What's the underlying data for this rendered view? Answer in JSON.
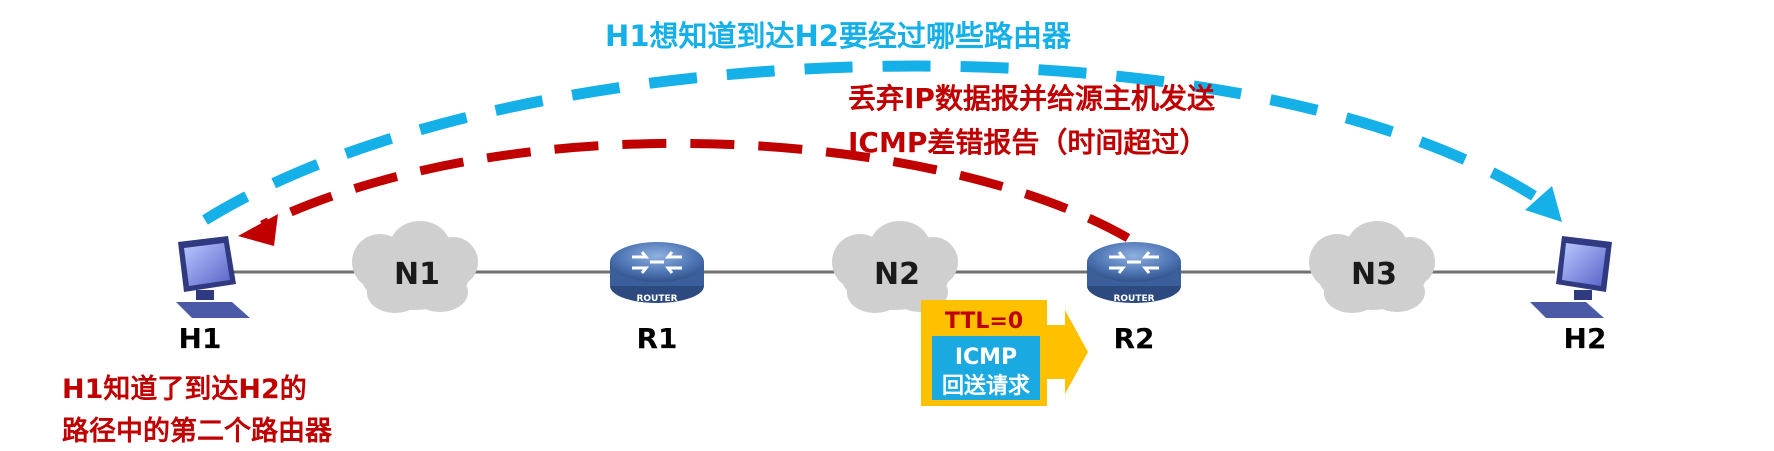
{
  "title": "H1想知道到达H2要经过哪些路由器",
  "router_notice": [
    "丢弃IP数据报并给源主机发送",
    "ICMP差错报告（时间超过）"
  ],
  "conclusion": [
    "H1知道了到达H2的",
    "路径中的第二个路由器"
  ],
  "nodes": {
    "h1": "H1",
    "h2": "H2",
    "r1": "R1",
    "r2": "R2",
    "n1": "N1",
    "n2": "N2",
    "n3": "N3"
  },
  "router_badge": "ROUTER",
  "packet": {
    "ttl": "TTL=0",
    "type": "ICMP",
    "desc": "回送请求"
  },
  "colors": {
    "blue": "#15b0e8",
    "red": "#c00000",
    "yellow": "#ffc000",
    "packet_blue": "#1aa9e0",
    "cloud": "#cfcfcf",
    "router": "#4a6fa5",
    "link": "#707070"
  }
}
